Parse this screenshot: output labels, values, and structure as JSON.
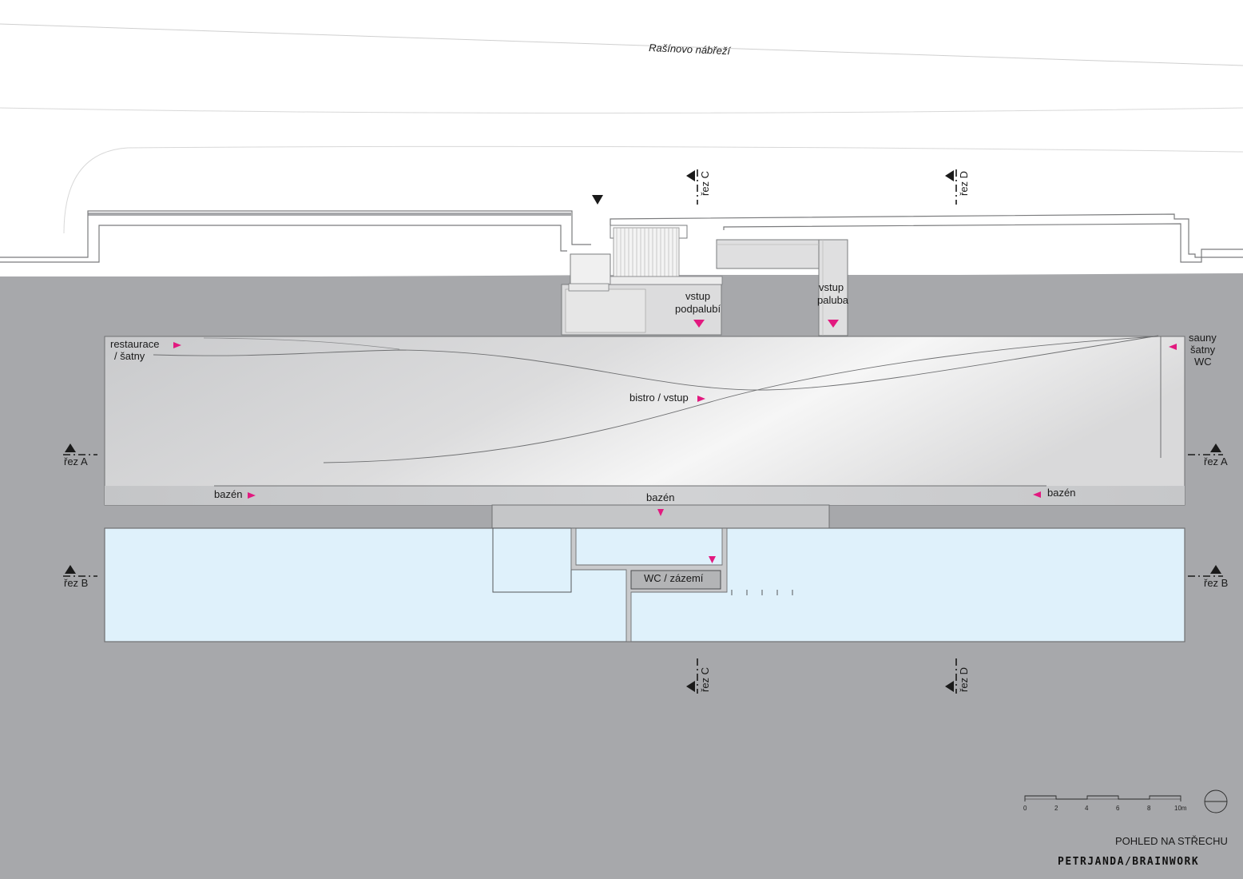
{
  "street": {
    "name": "Rašínovo nábřeží"
  },
  "labels": {
    "entrance_lower_1": "vstup",
    "entrance_lower_2": "podpalubí",
    "entrance_deck_1": "vstup",
    "entrance_deck_2": "paluba",
    "restaurant_1": "restaurace",
    "restaurant_2": "/ šatny",
    "saunas_1": "sauny",
    "saunas_2": "šatny",
    "saunas_3": "WC",
    "bistro": "bistro / vstup",
    "pool_left": "bazén",
    "pool_center": "bazén",
    "pool_right": "bazén",
    "wc": "WC / zázemí"
  },
  "sections": {
    "a": "řez A",
    "b": "řez B",
    "c": "řez C",
    "d": "řez D"
  },
  "scale_bar": {
    "ticks": [
      "0",
      "2",
      "4",
      "6",
      "8",
      "10m"
    ]
  },
  "sheet": {
    "title": "POHLED NA STŘECHU",
    "credit": "PETRJANDA/BRAINWORK"
  },
  "colors": {
    "background": "#a7a8ab",
    "land": "#ffffff",
    "deck": "#d4d5d7",
    "water": "#dff1fb",
    "accent": "#e2197f",
    "ink": "#1a1a1a"
  }
}
